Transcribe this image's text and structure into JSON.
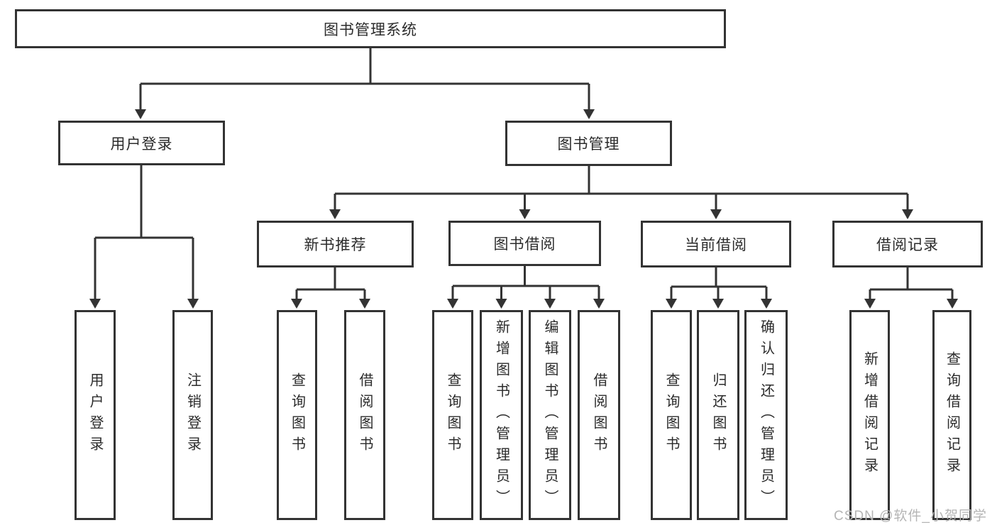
{
  "title": "图书管理系统",
  "level2": [
    {
      "label": "用户登录"
    },
    {
      "label": "图书管理"
    }
  ],
  "level3": [
    {
      "label": "新书推荐"
    },
    {
      "label": "图书借阅"
    },
    {
      "label": "当前借阅"
    },
    {
      "label": "借阅记录"
    }
  ],
  "level4": {
    "under_user_login": [
      {
        "label": "用户登录"
      },
      {
        "label": "注销登录"
      }
    ],
    "under_new_books": [
      {
        "label": "查询图书"
      },
      {
        "label": "借阅图书"
      }
    ],
    "under_book_borrow": [
      {
        "label": "查询图书"
      },
      {
        "label": "新增图书（管理员）"
      },
      {
        "label": "编辑图书（管理员）"
      },
      {
        "label": "借阅图书"
      }
    ],
    "under_current_borrow": [
      {
        "label": "查询图书"
      },
      {
        "label": "归还图书"
      },
      {
        "label": "确认归还（管理员）"
      }
    ],
    "under_borrow_records": [
      {
        "label": "新增借阅记录"
      },
      {
        "label": "查询借阅记录"
      }
    ]
  },
  "watermark": "CSDN @软件_小贺同学",
  "colors": {
    "line": "#333333",
    "box_background": "#ffffff",
    "text": "#2b2b2b",
    "watermark": "#b5b5b5"
  }
}
